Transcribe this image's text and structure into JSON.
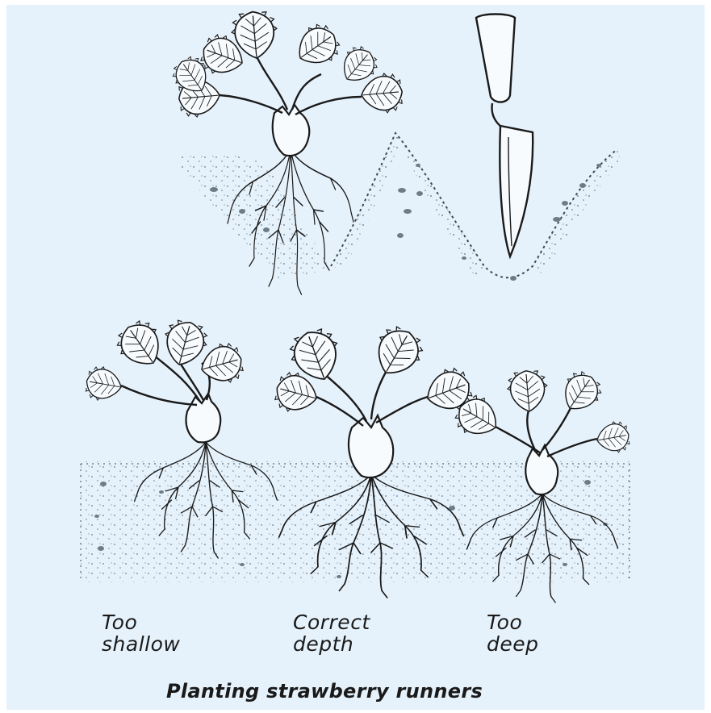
{
  "background_color": "#e6f2fb",
  "ink_color": "#1a1a1a",
  "labels": {
    "too_shallow": {
      "line1": "Too",
      "line2": "shallow"
    },
    "correct_depth": {
      "line1": "Correct",
      "line2": "depth"
    },
    "too_deep": {
      "line1": "Too",
      "line2": "deep"
    }
  },
  "caption": "Planting strawberry runners",
  "icons": [
    "strawberry-plant-icon",
    "trowel-icon",
    "planting-hole-icon",
    "soil-bed-icon"
  ]
}
